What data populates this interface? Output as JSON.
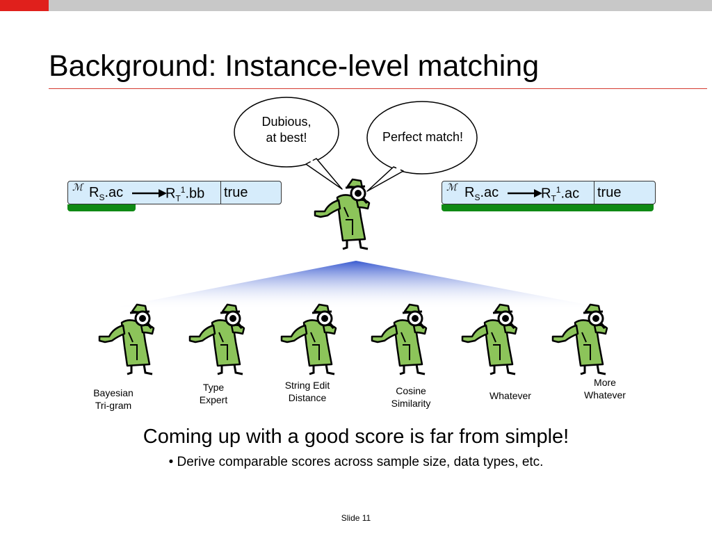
{
  "slide": {
    "title": "Background: Instance-level matching",
    "footer": "Slide 11"
  },
  "colors": {
    "accent_red": "#e0201c",
    "detective_green": "#8cc45a",
    "box_fill": "#d6ecfb",
    "box_shadow_green": "#0f8a14",
    "beam_blue": "#3a5bd0"
  },
  "bubbles": [
    {
      "text_line1": "Dubious,",
      "text_line2": "at best!"
    },
    {
      "text_line1": "Perfect match!",
      "text_line2": ""
    }
  ],
  "mappings": [
    {
      "symbol": "ℳ",
      "source_rel": "R",
      "source_sub": "S",
      "source_attr": ".ac",
      "target_rel": "R",
      "target_sub": "T",
      "target_sup": "1",
      "target_attr": ".bb",
      "value": "true"
    },
    {
      "symbol": "ℳ",
      "source_rel": "R",
      "source_sub": "S",
      "source_attr": ".ac",
      "target_rel": "R",
      "target_sub": "T",
      "target_sup": "1",
      "target_attr": ".ac",
      "value": "true"
    }
  ],
  "experts": [
    {
      "line1": "Bayesian",
      "line2": "Tri-gram",
      "icon": "detective-icon"
    },
    {
      "line1": "Type",
      "line2": "Expert",
      "icon": "detective-icon"
    },
    {
      "line1": "String Edit",
      "line2": "Distance",
      "icon": "detective-icon"
    },
    {
      "line1": "Cosine",
      "line2": "Similarity",
      "icon": "detective-icon"
    },
    {
      "line1": "Whatever",
      "line2": "",
      "icon": "detective-icon"
    },
    {
      "line1": "More",
      "line2": "Whatever",
      "icon": "detective-icon"
    }
  ],
  "conclusion": {
    "headline": "Coming up with a good score is far from simple!",
    "bullet": "• Derive comparable scores across sample size, data types, etc."
  }
}
